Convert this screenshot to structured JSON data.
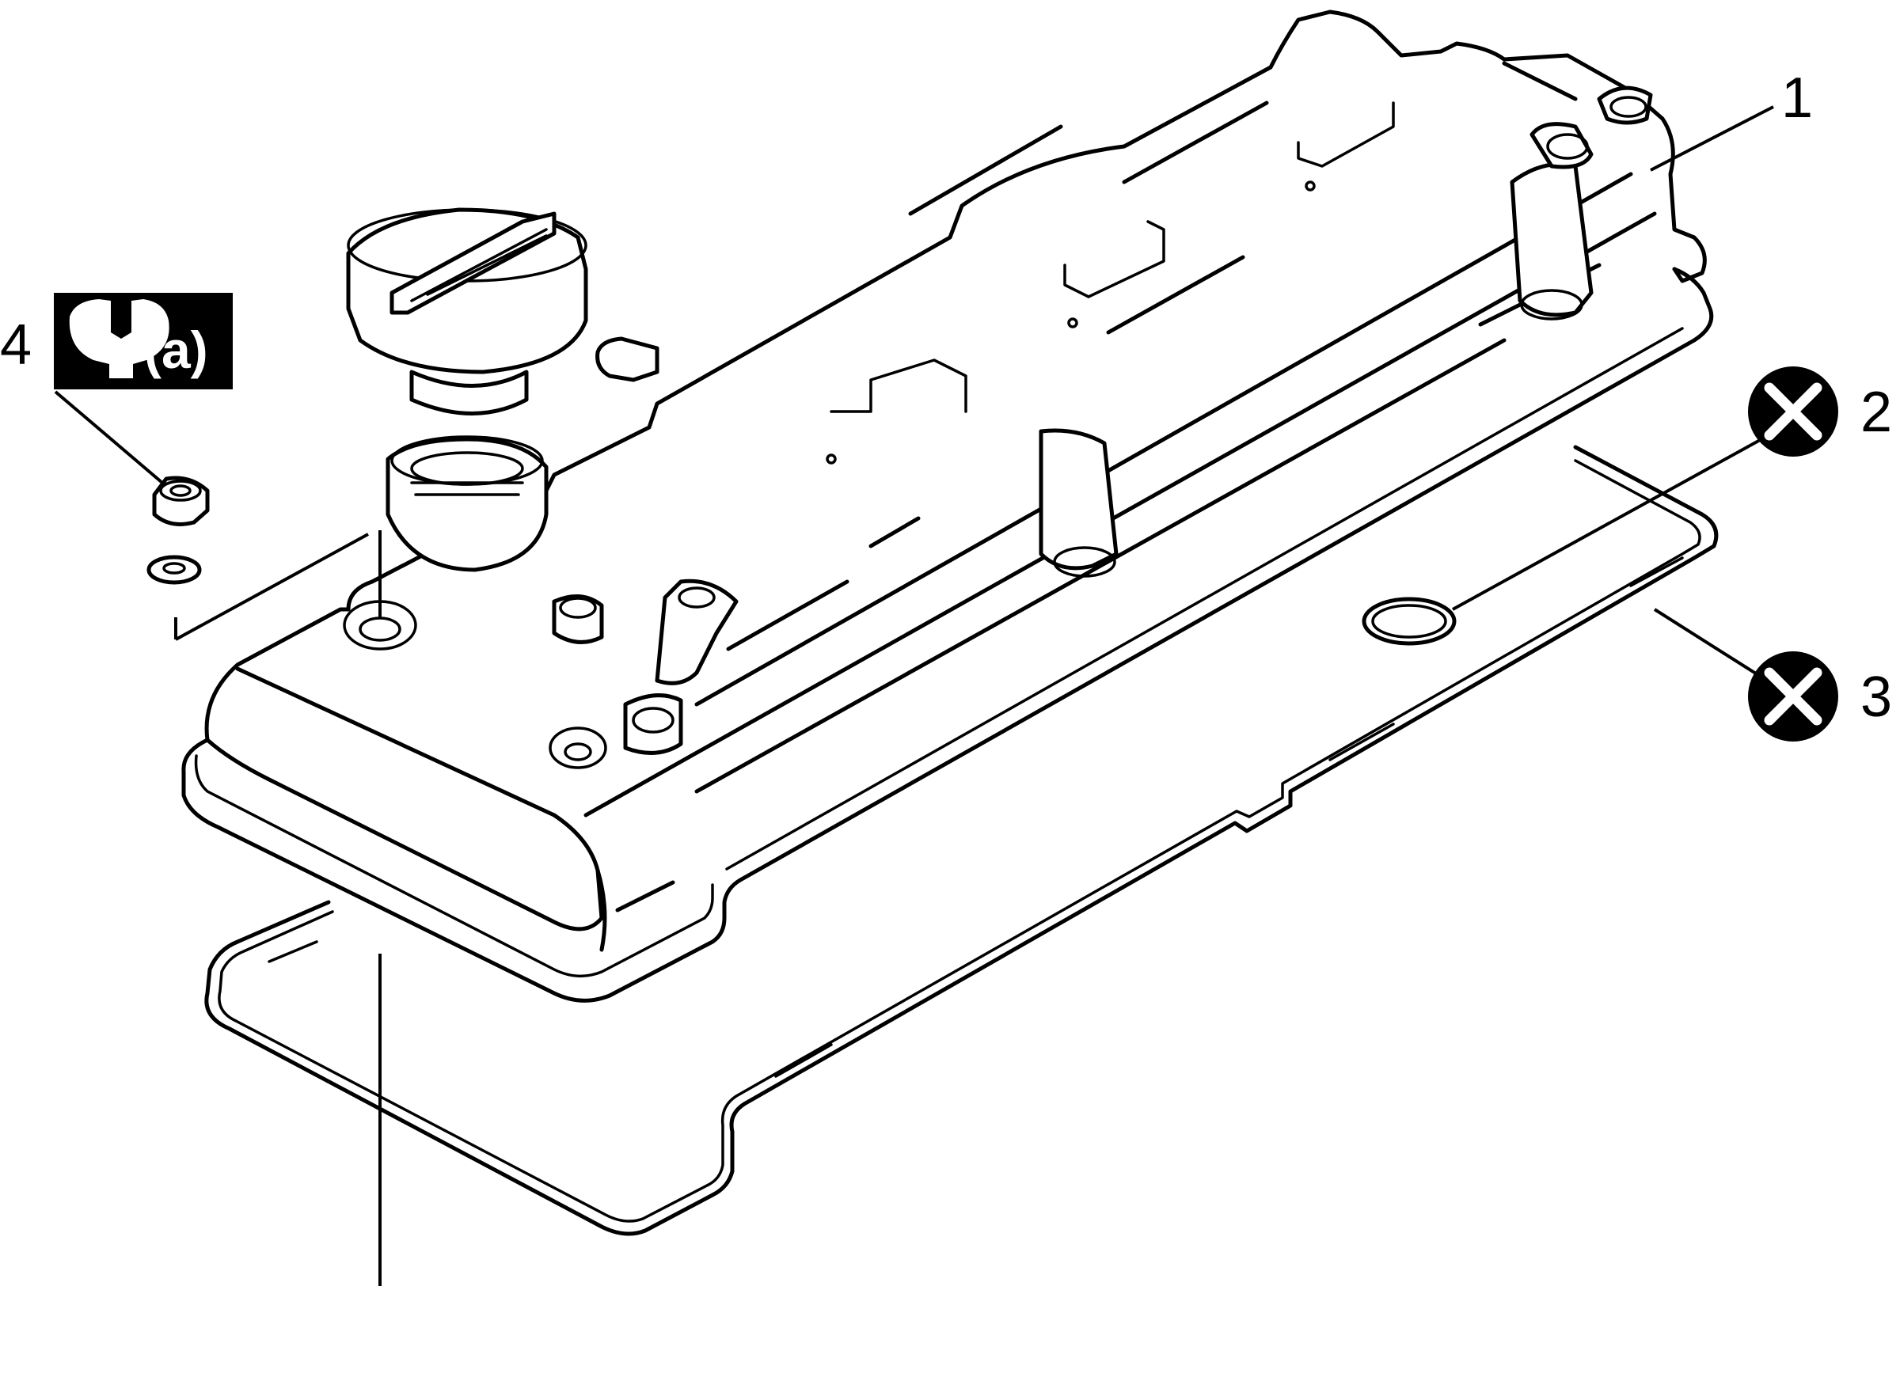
{
  "callouts": [
    {
      "id": "1",
      "label": "1"
    },
    {
      "id": "2",
      "label": "2"
    },
    {
      "id": "3",
      "label": "3"
    },
    {
      "id": "4",
      "label": "4"
    }
  ],
  "torque_symbol": {
    "icon": "wrench-icon",
    "label": "(a)"
  },
  "replace_symbol": {
    "icon": "do-not-reuse-x-icon"
  },
  "colors": {
    "ink": "#000000",
    "paper": "#ffffff"
  }
}
